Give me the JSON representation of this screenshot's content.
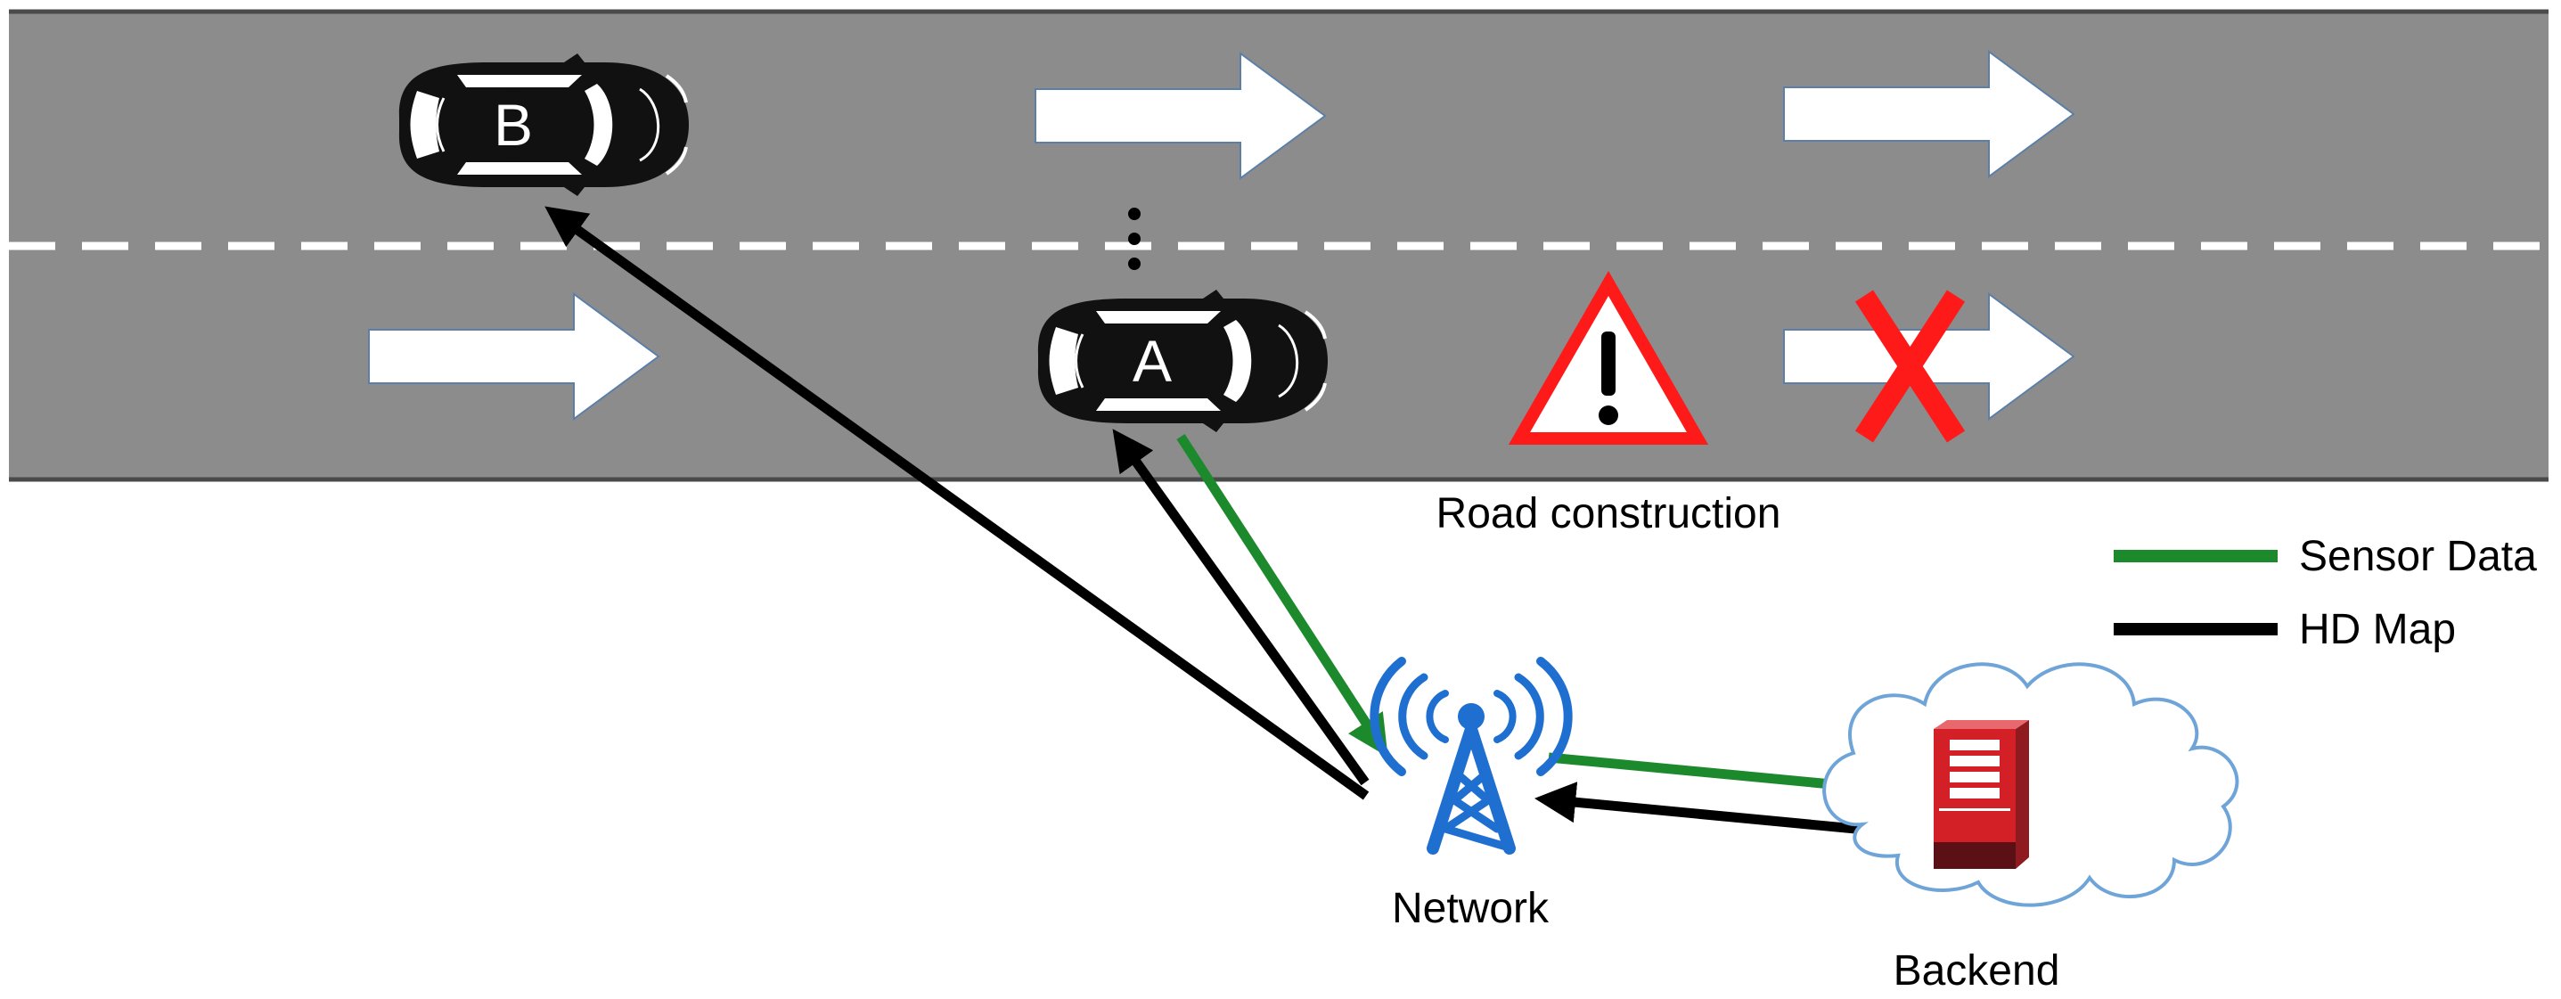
{
  "vehicles": {
    "car_a": {
      "letter": "A"
    },
    "car_b": {
      "letter": "B"
    }
  },
  "hazard": {
    "label": "Road construction",
    "icon": "warning-triangle-icon",
    "color": "#ff1a1a"
  },
  "nodes": {
    "network": {
      "label": "Network",
      "icon": "cell-tower-icon",
      "color": "#1f6fd1"
    },
    "backend": {
      "label": "Backend",
      "icon": "server-in-cloud-icon",
      "color": "#d32027"
    }
  },
  "legend": {
    "items": [
      {
        "label": "Sensor Data",
        "color": "#1c8a2c"
      },
      {
        "label": "HD Map",
        "color": "#000000"
      }
    ]
  },
  "road": {
    "surface_color": "#8c8c8c",
    "lane_marking_color": "#ffffff"
  }
}
